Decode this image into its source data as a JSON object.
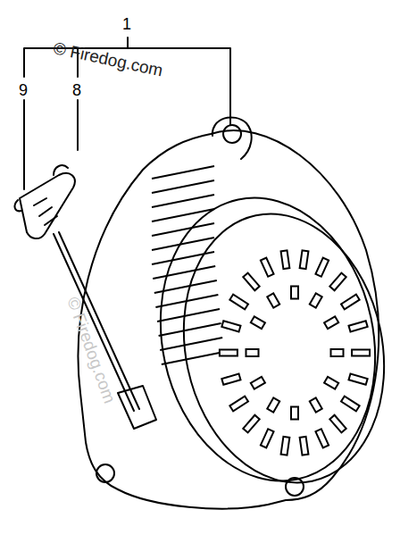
{
  "diagram": {
    "labels": [
      "1",
      "9",
      "8",
      "© Firedog.com",
      "© Firedog.com"
    ]
  }
}
